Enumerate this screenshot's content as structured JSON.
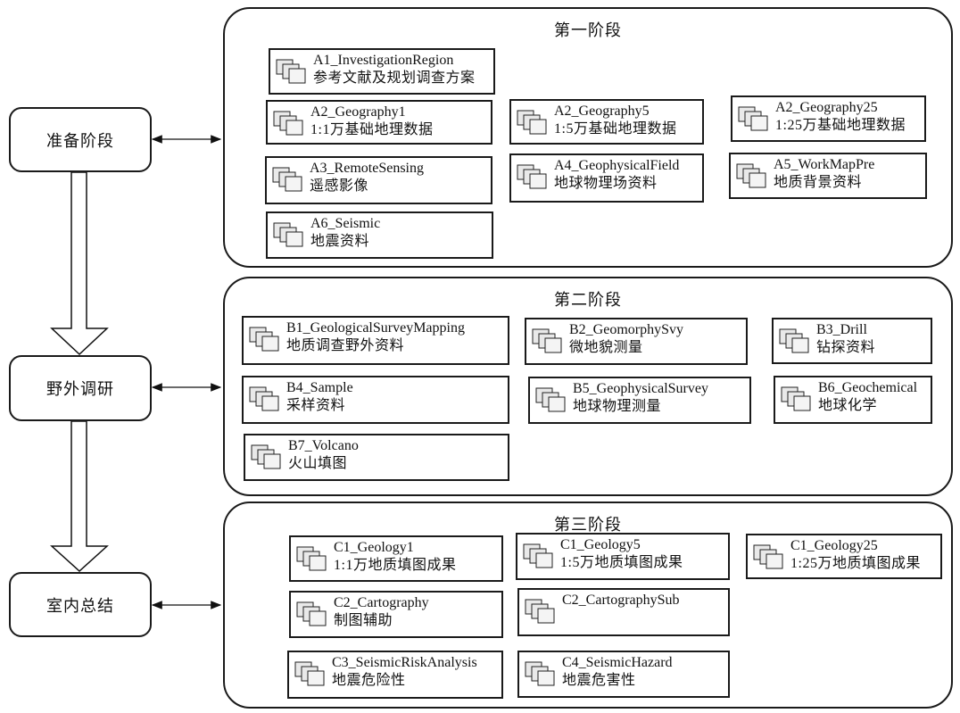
{
  "stages": [
    {
      "label": "准备阶段"
    },
    {
      "label": "野外调研"
    },
    {
      "label": "室内总结"
    }
  ],
  "phases": [
    {
      "title": "第一阶段",
      "items": [
        {
          "code": "A1_InvestigationRegion",
          "label": "参考文献及规划调查方案"
        },
        {
          "code": "A2_Geography1",
          "label": "1:1万基础地理数据"
        },
        {
          "code": "A2_Geography5",
          "label": "1:5万基础地理数据"
        },
        {
          "code": "A2_Geography25",
          "label": "1:25万基础地理数据"
        },
        {
          "code": "A3_RemoteSensing",
          "label": "遥感影像"
        },
        {
          "code": "A4_GeophysicalField",
          "label": "地球物理场资料"
        },
        {
          "code": "A5_WorkMapPre",
          "label": "地质背景资料"
        },
        {
          "code": "A6_Seismic",
          "label": "地震资料"
        }
      ]
    },
    {
      "title": "第二阶段",
      "items": [
        {
          "code": "B1_GeologicalSurveyMapping",
          "label": "地质调查野外资料"
        },
        {
          "code": "B2_GeomorphySvy",
          "label": "微地貌测量"
        },
        {
          "code": "B3_Drill",
          "label": "钻探资料"
        },
        {
          "code": "B4_Sample",
          "label": "采样资料"
        },
        {
          "code": "B5_GeophysicalSurvey",
          "label": "地球物理测量"
        },
        {
          "code": "B6_Geochemical",
          "label": "地球化学"
        },
        {
          "code": "B7_Volcano",
          "label": "火山填图"
        }
      ]
    },
    {
      "title": "第三阶段",
      "items": [
        {
          "code": "C1_Geology1",
          "label": "1:1万地质填图成果"
        },
        {
          "code": "C1_Geology5",
          "label": "1:5万地质填图成果"
        },
        {
          "code": "C1_Geology25",
          "label": "1:25万地质填图成果"
        },
        {
          "code": "C2_Cartography",
          "label": "制图辅助"
        },
        {
          "code": "C2_CartographySub",
          "label": ""
        },
        {
          "code": "C3_SeismicRiskAnalysis",
          "label": "地震危险性"
        },
        {
          "code": "C4_SeismicHazard",
          "label": "地震危害性"
        }
      ]
    }
  ]
}
